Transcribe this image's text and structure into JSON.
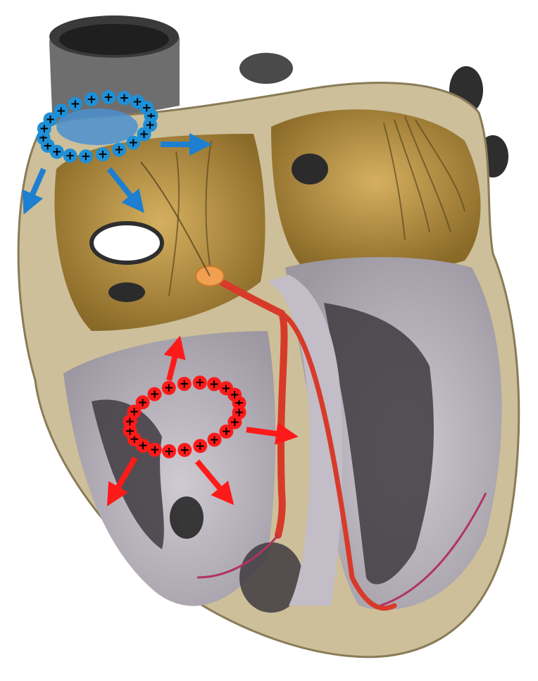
{
  "colors": {
    "background": "#ffffff",
    "vessel": "#6b6b6b",
    "vessel_dark": "#2e2e2e",
    "atrium_wall": "#d9c8a0",
    "atrium_muscle": "#a8843a",
    "atrium_muscle_light": "#c9a45a",
    "ventricle_wall": "#b9b4bd",
    "ventricle_inner": "#8f8a92",
    "trabeculae": "#3b3b3b",
    "conduction": "#d83a2a",
    "av_node": "#f0a050",
    "sa_marker": "#1e90d8",
    "sa_marker_dark": "#0b3a66",
    "ventricle_marker": "#ff1a1a",
    "ventricle_marker_dark": "#7a0000",
    "plus_sign": "#000000"
  },
  "markers": {
    "atrial_dipole_ring": {
      "count": 20,
      "sign": "+",
      "color_key": "sa_marker",
      "arrow_count": 3
    },
    "ventricular_dipole_ring": {
      "count": 22,
      "sign": "+",
      "color_key": "ventricle_marker",
      "arrow_count": 4
    }
  },
  "icons": [
    "heart-illustration",
    "sinoatrial-node-icon",
    "atrioventricular-node-icon",
    "bundle-branch-icon"
  ]
}
